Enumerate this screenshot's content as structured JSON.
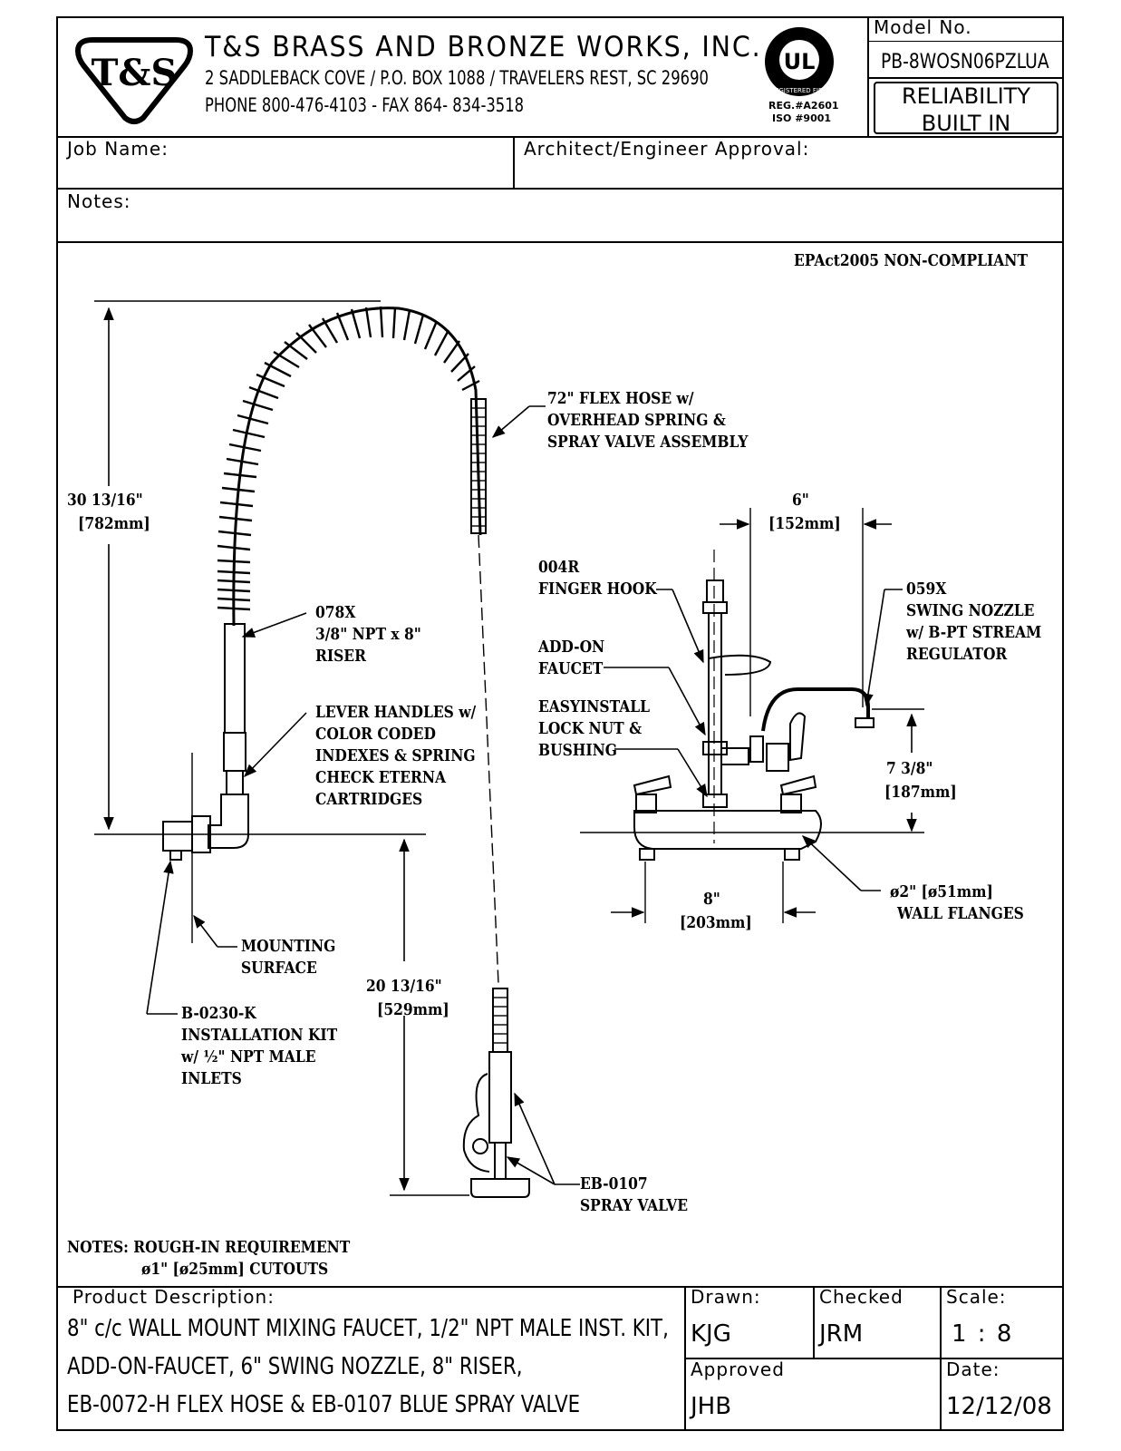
{
  "header": {
    "company": "T&S BRASS AND BRONZE WORKS, INC.",
    "address": "2 SADDLEBACK COVE / P.O. BOX 1088 / TRAVELERS REST, SC 29690",
    "phone": "PHONE 800-476-4103 - FAX  864- 834-3518",
    "logo_text": "T&S",
    "ul_mark": "UL",
    "ul_ring": "REGISTERED FIRM",
    "reg_line1": "REG.#A2601",
    "reg_line2": "ISO #9001",
    "model_label": "Model No.",
    "model_number": "PB-8WOSN06PZLUA",
    "badge_line1": "RELIABILITY",
    "badge_line2": "BUILT IN"
  },
  "fields": {
    "job_name_label": "Job Name:",
    "architect_label": "Architect/Engineer Approval:",
    "notes_label": "Notes:"
  },
  "drawing": {
    "compliance": "EPAct2005 NON-COMPLIANT",
    "dim_height_in": "30 13/16\"",
    "dim_height_mm": "[782mm]",
    "flex_hose": [
      "72\" FLEX HOSE w/",
      "OVERHEAD SPRING &",
      "SPRAY VALVE ASSEMBLY"
    ],
    "riser": [
      "078X",
      "3/8\" NPT x 8\"",
      "RISER"
    ],
    "lever": [
      "LEVER HANDLES w/",
      "COLOR CODED",
      "INDEXES & SPRING",
      "CHECK ETERNA",
      "CARTRIDGES"
    ],
    "mounting": [
      "MOUNTING",
      "SURFACE"
    ],
    "install_kit": [
      "B-0230-K",
      "INSTALLATION KIT",
      "w/ ½\" NPT MALE",
      "INLETS"
    ],
    "dim_spray_in": "20 13/16\"",
    "dim_spray_mm": "[529mm]",
    "spray_valve": [
      "EB-0107",
      "SPRAY VALVE"
    ],
    "dim_nozzle_in": "6\"",
    "dim_nozzle_mm": "[152mm]",
    "finger_hook": [
      "004R",
      "FINGER HOOK"
    ],
    "add_on": [
      "ADD-ON",
      "FAUCET"
    ],
    "easyinstall": [
      "EASYINSTALL",
      "LOCK NUT &",
      "BUSHING"
    ],
    "swing_nozzle": [
      "059X",
      "SWING NOZZLE",
      "w/ B-PT STREAM",
      "REGULATOR"
    ],
    "dim_outlet_in": "7 3/8\"",
    "dim_outlet_mm": "[187mm]",
    "dim_center_in": "8\"",
    "dim_center_mm": "[203mm]",
    "flanges": [
      "ø2\" [ø51mm]",
      "WALL FLANGES"
    ],
    "notes": [
      "NOTES: ROUGH-IN REQUIREMENT",
      "ø1\" [ø25mm] CUTOUTS"
    ]
  },
  "footer": {
    "desc_label": "Product Description:",
    "desc_lines": [
      "8\" c/c WALL MOUNT MIXING FAUCET, 1/2\" NPT MALE INST. KIT,",
      "ADD-ON-FAUCET, 6\" SWING NOZZLE, 8\" RISER,",
      "EB-0072-H FLEX HOSE & EB-0107 BLUE SPRAY VALVE"
    ],
    "drawn_label": "Drawn:",
    "drawn": "KJG",
    "checked_label": "Checked",
    "checked": "JRM",
    "scale_label": "Scale:",
    "scale": "1 : 8",
    "approved_label": "Approved",
    "approved": "JHB",
    "date_label": "Date:",
    "date": "12/12/08"
  }
}
